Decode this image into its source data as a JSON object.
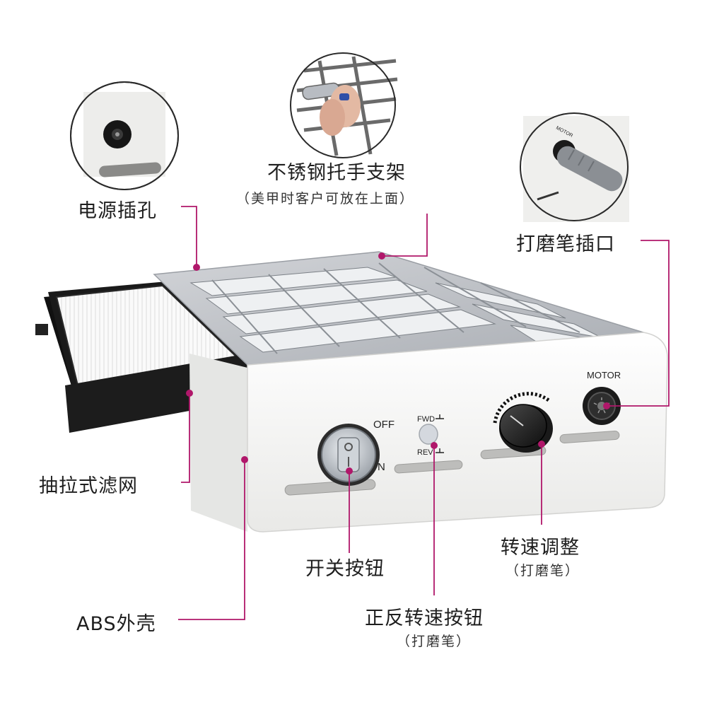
{
  "callouts": {
    "power_socket": {
      "label": "电源插孔"
    },
    "stainless_rest": {
      "label": "不锈钢托手支架",
      "note": "（美甲时客户可放在上面）"
    },
    "drill_port": {
      "label": "打磨笔插口"
    },
    "pull_filter": {
      "label": "抽拉式滤网"
    },
    "abs_shell": {
      "label": "ABS外壳"
    },
    "power_switch": {
      "label": "开关按钮"
    },
    "speed_knob": {
      "label": "转速调整",
      "note": "（打磨笔）"
    },
    "direction_switch": {
      "label": "正反转速按钮",
      "note": "（打磨笔）"
    }
  },
  "panel": {
    "off": "OFF",
    "on": "N",
    "fwd": "FWD",
    "rev": "REV",
    "motor": "MOTOR",
    "probe_tag": "MOTOR"
  },
  "colors": {
    "leader": "#b0176a",
    "shell": "#f4f4f2",
    "grille": "#b9bcc1",
    "filter": "#f7f7f7",
    "sponge": "#1c1c1c"
  }
}
